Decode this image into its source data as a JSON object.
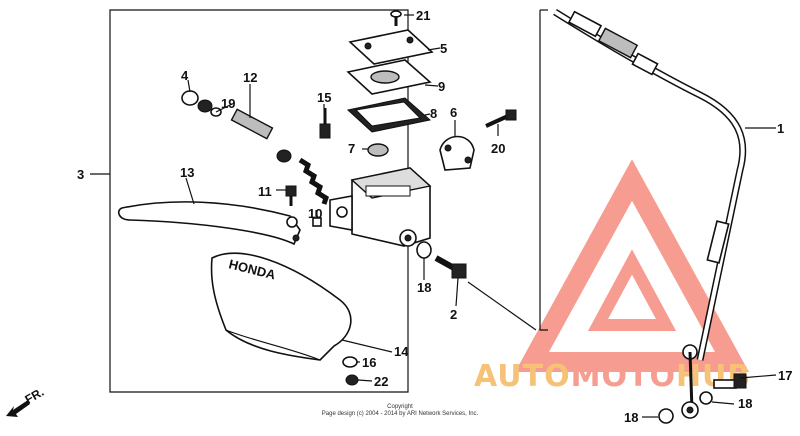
{
  "callouts": {
    "c1": "1",
    "c2": "2",
    "c3": "3",
    "c4": "4",
    "c5": "5",
    "c6": "6",
    "c7": "7",
    "c8": "8",
    "c9": "9",
    "c10": "10",
    "c11": "11",
    "c12": "12",
    "c13": "13",
    "c14": "14",
    "c15": "15",
    "c16": "16",
    "c17": "17",
    "c18a": "18",
    "c18b": "18",
    "c18c": "18",
    "c19": "19",
    "c20": "20",
    "c21": "21",
    "c22": "22"
  },
  "lever_text": "HONDA",
  "direction_label": "FR.",
  "copyright": {
    "line1": "Copyright",
    "line2": "Page design (c) 2004 - 2014 by ARI Network Services, Inc."
  },
  "watermark": {
    "part1": "AUTO",
    "part2": "MOTO",
    "part3": "HUB",
    "colors": {
      "triangle": "#f58b7e",
      "auto": "#f4b860",
      "moto": "#f58b7e",
      "hub": "#f4b860"
    }
  }
}
